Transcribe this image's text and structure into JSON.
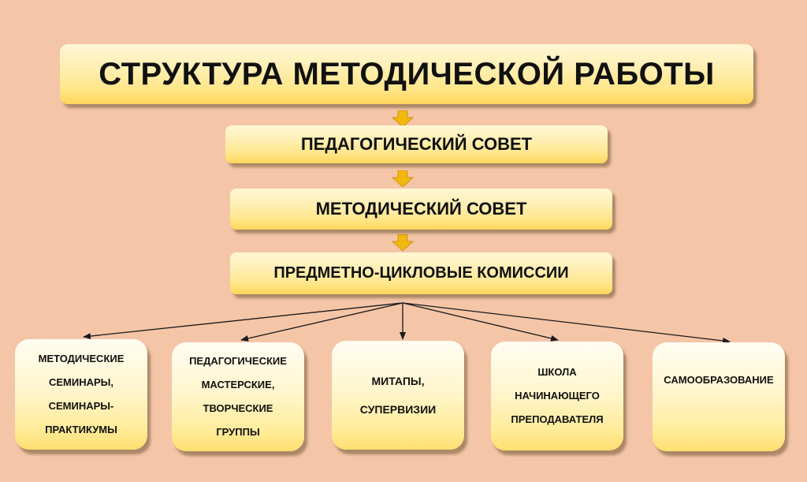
{
  "title": "СТРУКТУРА МЕТОДИЧЕСКОЙ РАБОТЫ",
  "levels": [
    "ПЕДАГОГИЧЕСКИЙ СОВЕТ",
    "МЕТОДИЧЕСКИЙ СОВЕТ",
    "ПРЕДМЕТНО-ЦИКЛОВЫЕ КОМИССИИ"
  ],
  "branches": [
    "МЕТОДИЧЕСКИЕ\nСЕМИНАРЫ,\nСЕМИНАРЫ-\nПРАКТИКУМЫ",
    "ПЕДАГОГИЧЕСКИЕ\nМАСТЕРСКИЕ,\nТВОРЧЕСКИЕ\nГРУППЫ",
    "МИТАПЫ,\nСУПЕРВИЗИИ",
    "ШКОЛА\nНАЧИНАЮЩЕГО\nПРЕПОДАВАТЕЛЯ",
    "САМООБРАЗОВАНИЕ"
  ],
  "colors": {
    "background": "#f5c5a8",
    "box_fill": "#ffe68a",
    "arrow_fill": "#f2b80c",
    "connector": "#1a1a1a"
  }
}
